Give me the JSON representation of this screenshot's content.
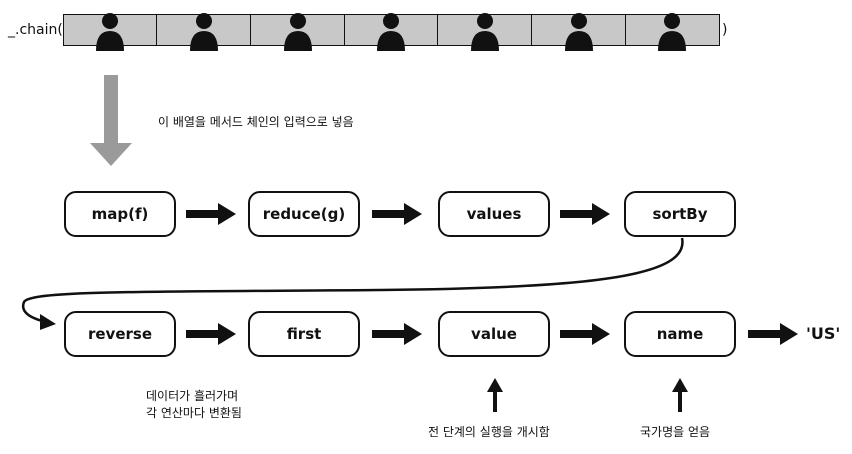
{
  "chain": {
    "open": "_.chain(",
    "close": ")"
  },
  "array_items": [
    "person-icon",
    "person-icon",
    "person-icon",
    "person-icon",
    "person-icon",
    "person-icon",
    "person-icon"
  ],
  "note_input": "이 배열을 메서드 체인의 입력으로 넣음",
  "row1": [
    "map(f)",
    "reduce(g)",
    "values",
    "sortBy"
  ],
  "row2": [
    "reverse",
    "first",
    "value",
    "name"
  ],
  "result": "'US'",
  "note_flow": [
    "데이터가 흘러가며",
    "각 연산마다 변환됨"
  ],
  "note_value": "전 단계의 실행을 개시함",
  "note_name": "국가명을 얻음",
  "colors": {
    "cell": "#c8c8c8",
    "down_arrow": "#9a9a9a",
    "ink": "#111111"
  }
}
